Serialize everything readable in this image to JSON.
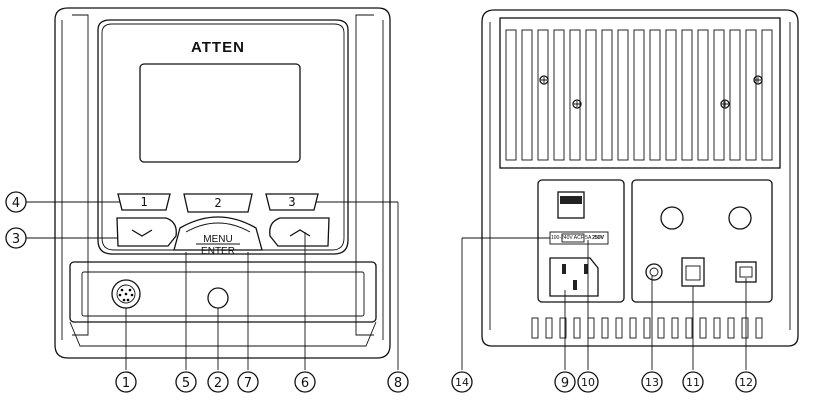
{
  "front": {
    "brand": "ATTEN",
    "keys": [
      "1",
      "2",
      "3"
    ],
    "menu_label": "MENU",
    "enter_label": "ENTER"
  },
  "back": {
    "fuse_label_left": "100-240V ACF 5A 250V",
    "fuse_label_right": "250V"
  },
  "callouts": [
    "1",
    "2",
    "3",
    "4",
    "5",
    "6",
    "7",
    "8",
    "9",
    "10",
    "11",
    "12",
    "13",
    "14"
  ]
}
